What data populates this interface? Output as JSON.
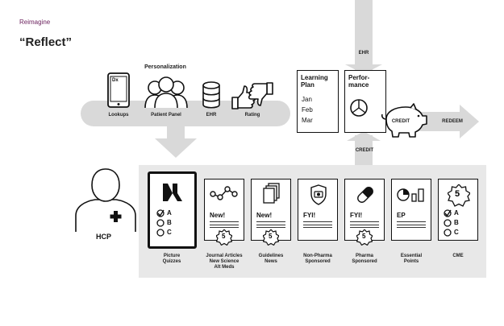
{
  "header": {
    "kicker": "Reimagine",
    "title": "“Reflect”"
  },
  "personalization": {
    "heading": "Personalization",
    "items": [
      {
        "label": "Lookups",
        "icon": "tablet-icon",
        "screen_text": "Dx"
      },
      {
        "label": "Patient Panel",
        "icon": "patient-group-icon"
      },
      {
        "label": "EHR",
        "icon": "database-icon"
      },
      {
        "label": "Rating",
        "icon": "thumbs-up-down-icon"
      }
    ]
  },
  "flow": {
    "ehr_label": "EHR",
    "credit_bottom": "CREDIT",
    "redeem": "REDEEM"
  },
  "learning_plan": {
    "title_line1": "Learning",
    "title_line2": "Plan",
    "months": [
      "Jan",
      "Feb",
      "Mar"
    ]
  },
  "performance": {
    "title_line1": "Perfor-",
    "title_line2": "mance",
    "icon": "pie-chart-icon"
  },
  "piggy_bank": {
    "label": "CREDIT",
    "icon": "piggy-bank-icon"
  },
  "hcp": {
    "label": "HCP",
    "icon": "person-icon"
  },
  "cards": [
    {
      "type": "quiz",
      "options": [
        "A",
        "B",
        "C"
      ],
      "caption": [
        "Picture",
        "Quizzes"
      ],
      "selected": true
    },
    {
      "type": "new",
      "tag": "New!",
      "icon": "network-icon",
      "badge": "5",
      "caption": [
        "Journal Articles",
        "New Science",
        "Alt Meds"
      ]
    },
    {
      "type": "new",
      "tag": "New!",
      "icon": "documents-icon",
      "badge": "5",
      "caption": [
        "Guidelines",
        "News"
      ]
    },
    {
      "type": "fyi",
      "tag": "FYI!",
      "icon": "shield-icon",
      "caption": [
        "Non-Pharma",
        "Sponsored"
      ]
    },
    {
      "type": "fyi",
      "tag": "FYI!",
      "icon": "pill-icon",
      "badge": "5",
      "caption": [
        "Pharma",
        "Sponsored"
      ]
    },
    {
      "type": "ep",
      "tag": "EP",
      "icon": "chart-icon",
      "caption": [
        "Essential",
        "Points"
      ]
    },
    {
      "type": "cme",
      "badge": "5",
      "options": [
        "A",
        "B",
        "C"
      ],
      "caption": [
        "CME"
      ]
    }
  ],
  "colors": {
    "accent": "#6a1f5c",
    "band": "#d9d9d9",
    "ink": "#111111"
  }
}
